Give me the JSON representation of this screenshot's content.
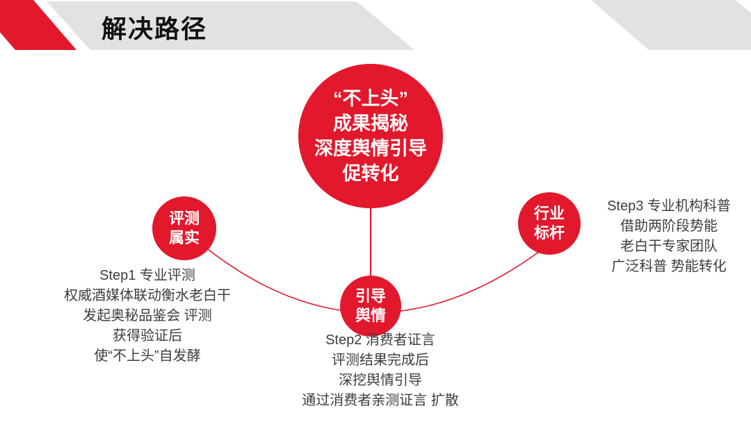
{
  "slide": {
    "title": "解决路径",
    "colors": {
      "accent_red": "#e2182c",
      "banner_gray": "#e2e2e2",
      "body_text": "#3d3d3d",
      "title_text": "#111111"
    },
    "center_circle": {
      "lines": [
        "“不上头”",
        "成果揭秘",
        "深度舆情引导",
        "促转化"
      ]
    },
    "nodes": [
      {
        "label_lines": [
          "评测",
          "属实"
        ],
        "step_lines": [
          "Step1 专业评测",
          "权威酒媒体联动衡水老白干",
          "发起奥秘品鉴会 评测",
          "获得验证后",
          "使“不上头”自发酵"
        ]
      },
      {
        "label_lines": [
          "引导",
          "舆情"
        ],
        "step_lines": [
          "Step2 消费者证言",
          "评测结果完成后",
          "深挖舆情引导",
          "通过消费者亲测证言 扩散"
        ]
      },
      {
        "label_lines": [
          "行业",
          "标杆"
        ],
        "step_lines": [
          "Step3 专业机构科普",
          "借助两阶段势能",
          "老白干专家团队",
          "广泛科普 势能转化"
        ]
      }
    ]
  }
}
